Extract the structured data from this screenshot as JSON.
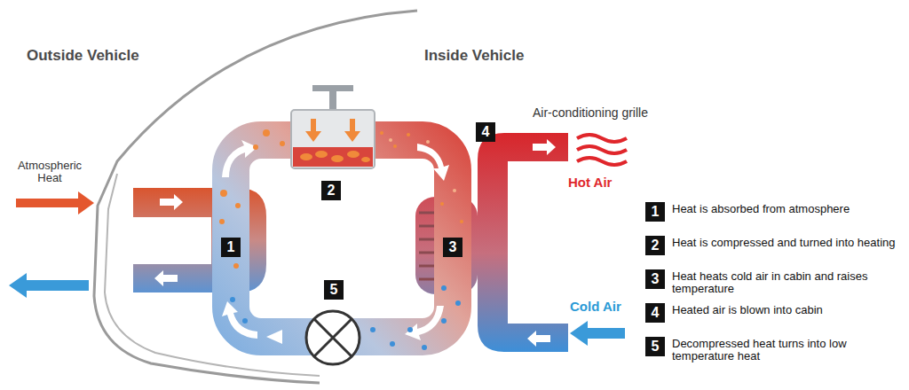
{
  "diagram": {
    "nodes": [
      {
        "text": [
          "1"
        ]
      },
      {
        "text": [
          "2"
        ]
      },
      {
        "text": [
          "3"
        ]
      },
      {
        "text": [
          "4"
        ]
      },
      {
        "text": [
          "5"
        ]
      },
      {
        "text": [
          "1"
        ]
      },
      {
        "text": [
          "2"
        ]
      },
      {
        "text": [
          "3"
        ]
      },
      {
        "text": [
          "4"
        ]
      },
      {
        "text": [
          "5"
        ]
      }
    ],
    "labels": [
      "Outside Vehicle",
      "Inside Vehicle",
      "Air-conditioning grille",
      "Atmospheric Heat",
      "Hot Air",
      "Cold Air",
      "Heat is absorbed from atmosphere",
      "Heat is compressed and turned into heating",
      "Heat heats cold air in cabin and raises temperature",
      "Heated air is blown into cabin",
      "Decompressed heat turns into low temperature heat"
    ]
  }
}
